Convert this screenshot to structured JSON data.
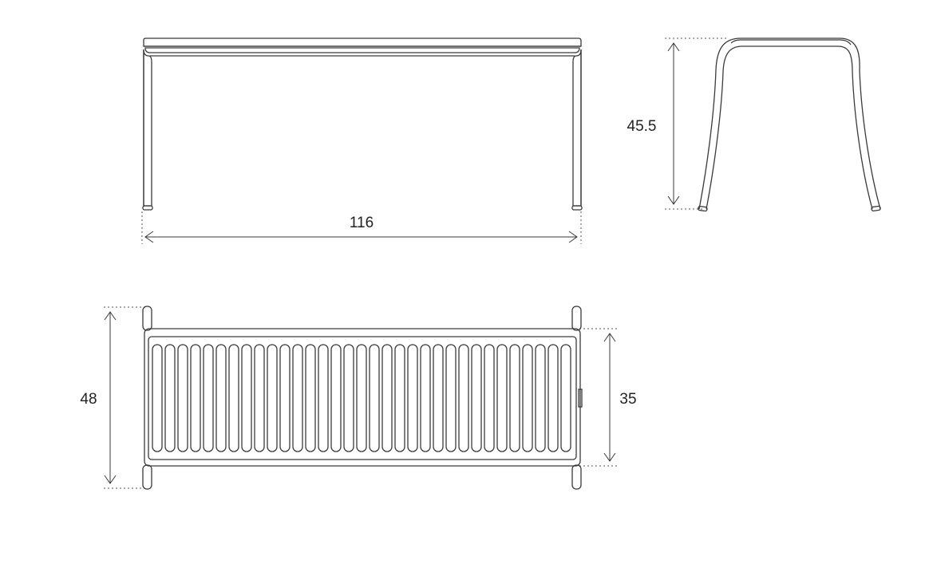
{
  "dimensions": {
    "width": "116",
    "height": "45.5",
    "depth_overall": "48",
    "depth_seat": "35"
  },
  "views": {
    "front": {
      "slat_count": 0
    },
    "top": {
      "slat_count": 33
    }
  },
  "line_color": "#3a3a3a",
  "background": "#ffffff"
}
